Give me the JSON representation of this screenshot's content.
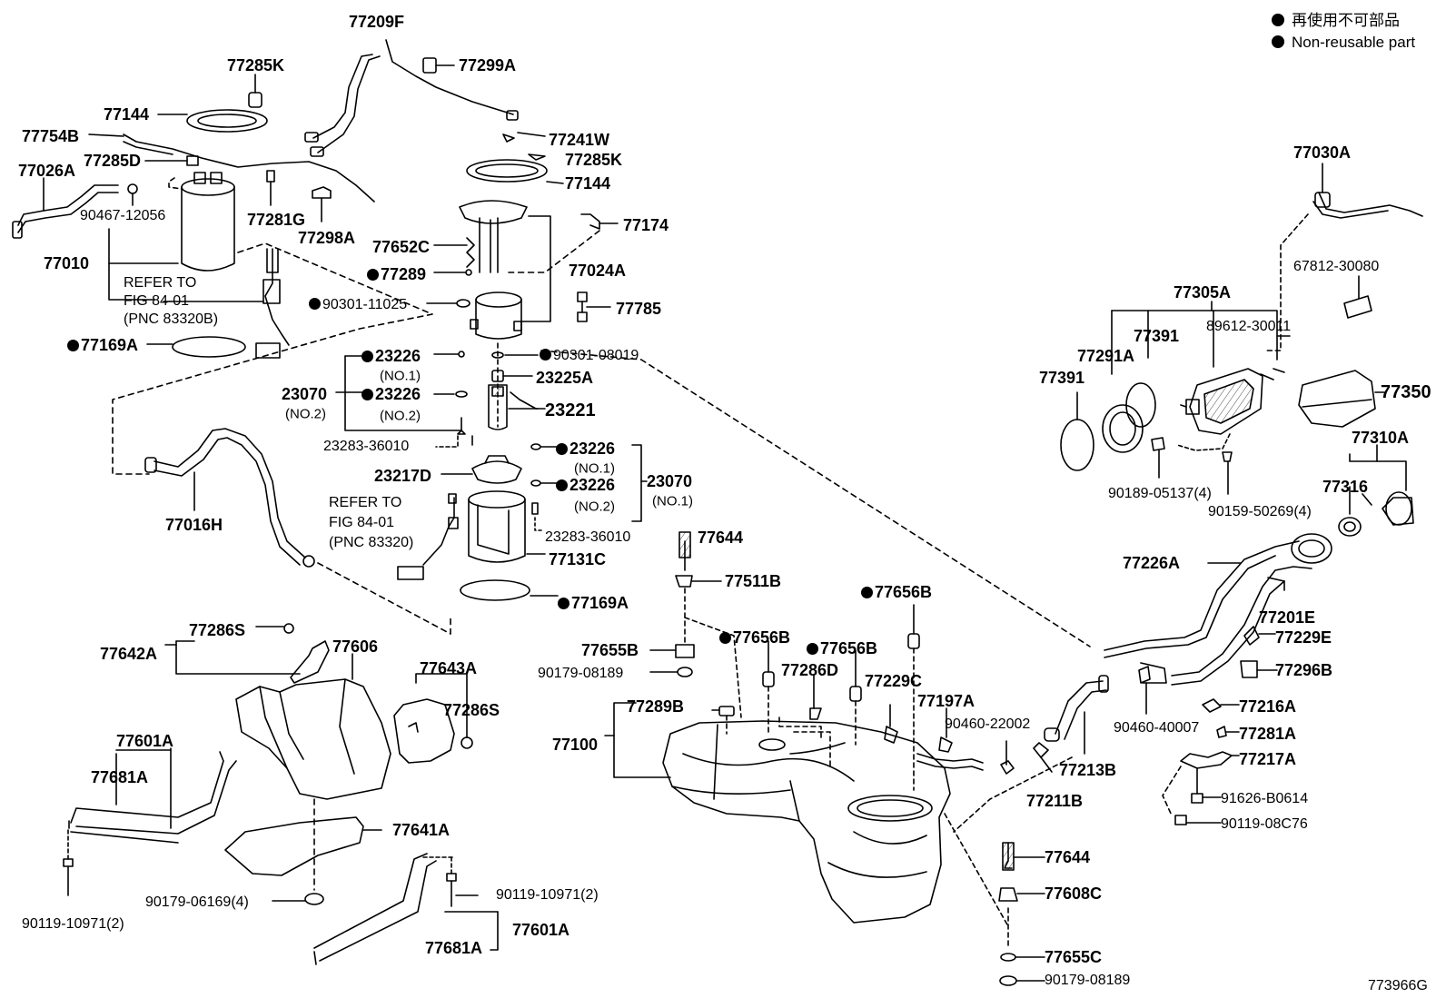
{
  "legend": {
    "jp": "再使用不可部品",
    "en": "Non-reusable part"
  },
  "figure_code": "773966G",
  "labels": {
    "p77209F": "77209F",
    "p77285K_a": "77285K",
    "p77299A": "77299A",
    "p77144_a": "77144",
    "p77754B": "77754B",
    "p77241W": "77241W",
    "p77026A": "77026A",
    "p77285D": "77285D",
    "p77285K_b": "77285K",
    "p77144_b": "77144",
    "p90467": "90467-12056",
    "p77281G": "77281G",
    "p77298A": "77298A",
    "p77174": "77174",
    "p77652C": "77652C",
    "p77010": "77010",
    "p77289": "77289",
    "p77024A": "77024A",
    "refer1_a": "REFER TO",
    "refer1_b": "FIG 84-01",
    "refer1_c": "(PNC 83320B)",
    "p90301_11025": "90301-11025",
    "p77785": "77785",
    "p77169A_a": "77169A",
    "p23226_a": "23226",
    "no1_a": "(NO.1)",
    "p90301_08019": "90301-08019",
    "p23225A": "23225A",
    "p23070_a": "23070",
    "no2_a": "(NO.2)",
    "p23226_b": "23226",
    "no2_b": "(NO.2)",
    "p23221": "23221",
    "p23283_a": "23283-36010",
    "p23226_c": "23226",
    "no1_b": "(NO.1)",
    "p23217D": "23217D",
    "p23226_d": "23226",
    "no2_c": "(NO.2)",
    "p23070_b": "23070",
    "no1_c": "(NO.1)",
    "p77016H": "77016H",
    "refer2_a": "REFER TO",
    "refer2_b": "FIG 84-01",
    "refer2_c": "(PNC 83320)",
    "p23283_b": "23283-36010",
    "p77644_a": "77644",
    "p77131C": "77131C",
    "p77511B": "77511B",
    "p77169A_b": "77169A",
    "p77656B_a": "77656B",
    "p77286S_a": "77286S",
    "p77642A": "77642A",
    "p77606": "77606",
    "p77655B": "77655B",
    "p77656B_b": "77656B",
    "p77656B_c": "77656B",
    "p90179_08189_a": "90179-08189",
    "p77286D": "77286D",
    "p77229C": "77229C",
    "p77643A": "77643A",
    "p77286S_b": "77286S",
    "p77289B": "77289B",
    "p77197A": "77197A",
    "p90460_22002": "90460-22002",
    "p77100": "77100",
    "p77601A_a": "77601A",
    "p77681A_a": "77681A",
    "p77641A": "77641A",
    "p90179_06169": "90179-06169(4)",
    "p90119_10971_a": "90119-10971(2)",
    "p90119_10971_b": "90119-10971(2)",
    "p77681A_b": "77681A",
    "p77601A_b": "77601A",
    "p77644_b": "77644",
    "p77608C": "77608C",
    "p77655C": "77655C",
    "p90179_08189_b": "90179-08189",
    "p77211B": "77211B",
    "p77213B": "77213B",
    "p90460_40007": "90460-40007",
    "p77216A": "77216A",
    "p77281A": "77281A",
    "p77217A": "77217A",
    "p91626": "91626-B0614",
    "p90119_08C76": "90119-08C76",
    "p77226A": "77226A",
    "p77201E": "77201E",
    "p77229E": "77229E",
    "p77296B": "77296B",
    "p77030A": "77030A",
    "p67812": "67812-30080",
    "p77305A": "77305A",
    "p89612": "89612-30011",
    "p77391_a": "77391",
    "p77291A": "77291A",
    "p77391_b": "77391",
    "p77350": "77350",
    "p77310A": "77310A",
    "p77316": "77316",
    "p90189": "90189-05137(4)",
    "p90159": "90159-50269(4)"
  }
}
